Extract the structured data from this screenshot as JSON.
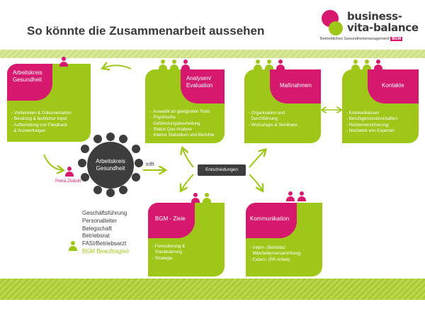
{
  "title": "So könnte die Zusammenarbeit aussehen",
  "logo": {
    "line1": "business-",
    "line2": "vita-balance",
    "sub": "Betriebliches Gesundheitsmanagement",
    "badge": "BGM"
  },
  "colors": {
    "pink": "#d6196f",
    "green": "#9ec71a",
    "dark": "#3d3d3d"
  },
  "boxes": {
    "arbeitskreis": {
      "head": "Arbeitskreis\nGesundheit",
      "items": [
        "- Vorbereiten & Dokumentation",
        "- Beratung & fachlicher Input",
        "- Aufbereitung von Feedback",
        "  & Auswertungen"
      ]
    },
    "analysen": {
      "head": "Analysen/\nEvaluation",
      "items": [
        "-  Auswahl an geeigneten Tools",
        "-  Psychische",
        "   Gefährdungsbeurteilung",
        "-  Status Quo Analyse",
        "-  Interne Statistiken und Berichte"
      ]
    },
    "massnahmen": {
      "head": "Maßnahmen",
      "items": [
        "- Organisation und",
        "  Durchführung",
        "- Workshops & Seminare"
      ]
    },
    "kontakte": {
      "head": "Kontakte",
      "items": [
        "- Krankenkassen",
        "- Berufsgenossenschaften",
        "- Rentenversicherung",
        "- Netzwerk von Experten"
      ]
    },
    "ziele": {
      "head": "BGM - Ziele",
      "items": [
        "- Formulierung &",
        "  Visualisierung",
        "- Strategie"
      ]
    },
    "kommunikation": {
      "head": "Kommunikation",
      "items": [
        "- Intern- (Betriebs/",
        "  Mitarbeiterversammlung)",
        "- Extern- (PR-Arbeit)"
      ]
    }
  },
  "center": {
    "label": "Arbeitskreis\nGesundheit",
    "trifft": "trifft",
    "entscheidungen": "Entscheidungen"
  },
  "person_label": "Petra Ziebolt",
  "participants": [
    "Geschäftsführung",
    "Personalleiter",
    "Belegschaft",
    "Betriebsrat",
    "FASI/Betriebsarzt"
  ],
  "participant_highlight": "BGM Beauftragte/r"
}
